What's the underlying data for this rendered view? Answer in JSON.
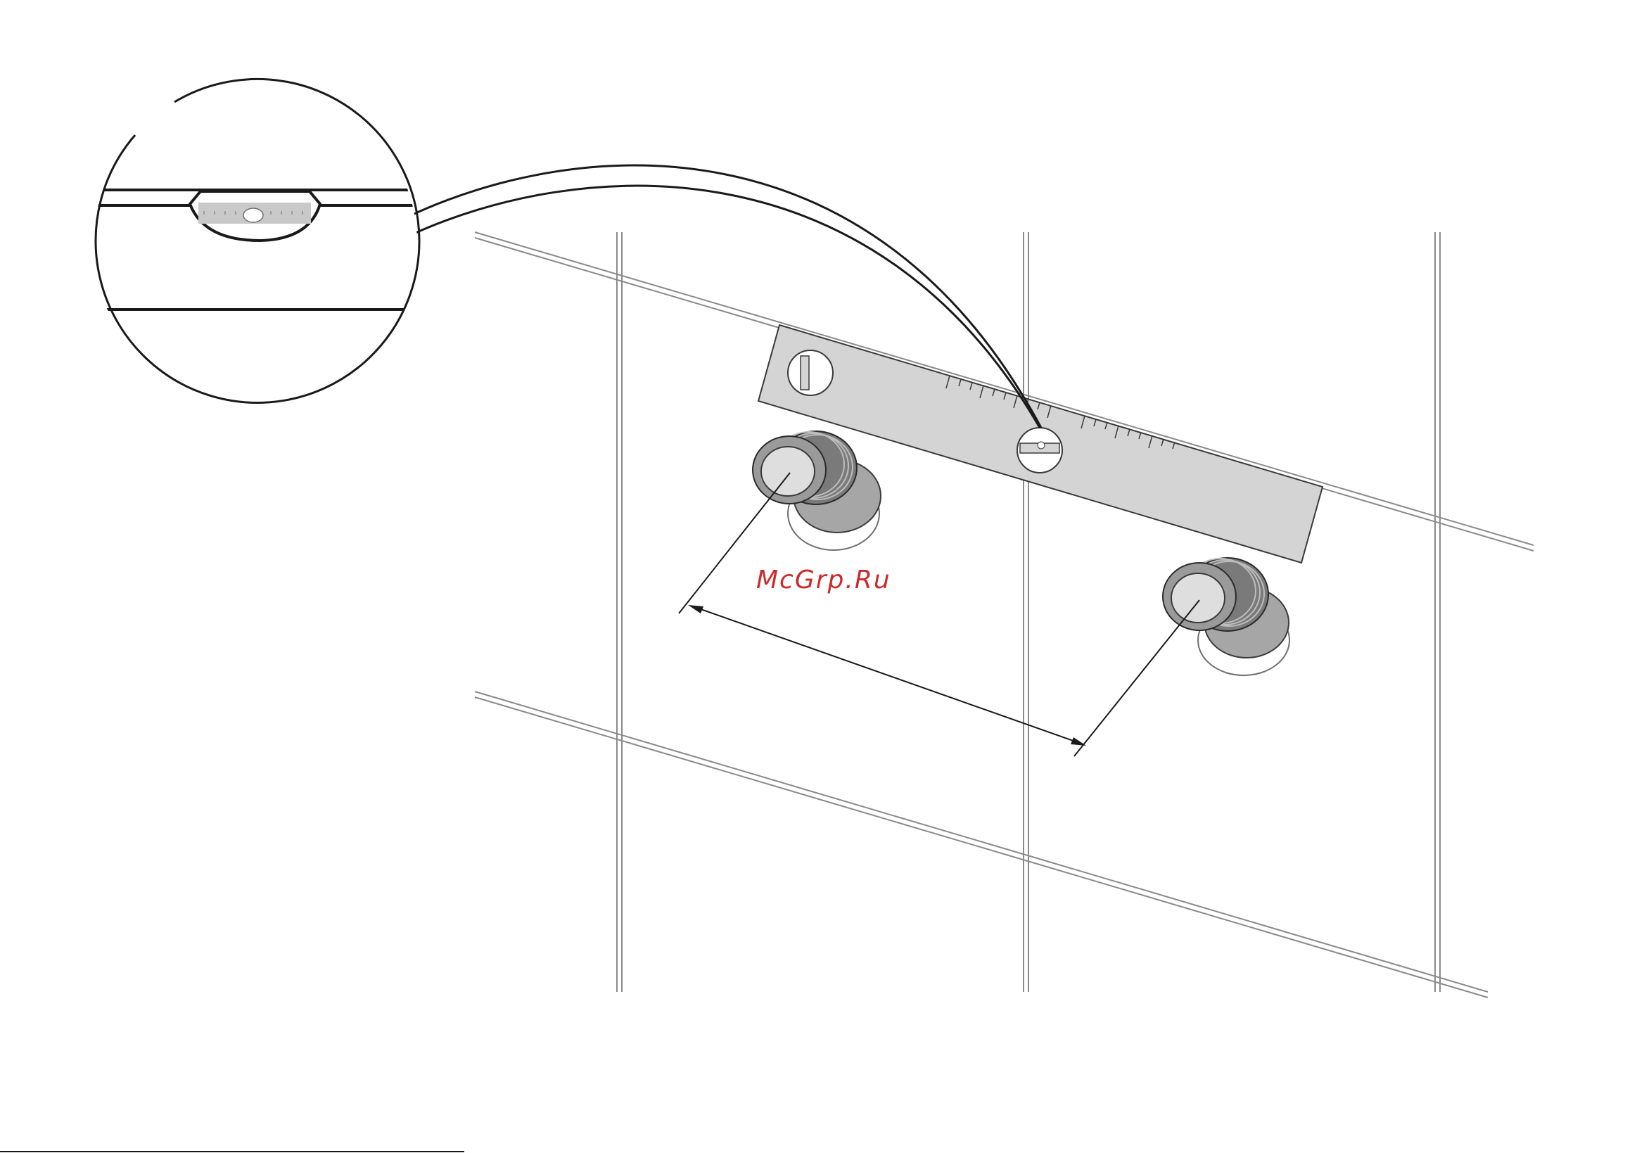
{
  "watermark": {
    "text": "McGrp.Ru",
    "color": "#cc2b2b"
  },
  "colors": {
    "line": "#1a1a1a",
    "tile_grout": "#8a8a8a",
    "level_body": "#d4d4d4",
    "fitting_dark": "#6e6e6e",
    "fitting_light": "#bdbdbd"
  },
  "icons": [
    "magnifier-callout",
    "spirit-level",
    "pipe-fitting-left",
    "pipe-fitting-right",
    "dimension-arrow"
  ]
}
